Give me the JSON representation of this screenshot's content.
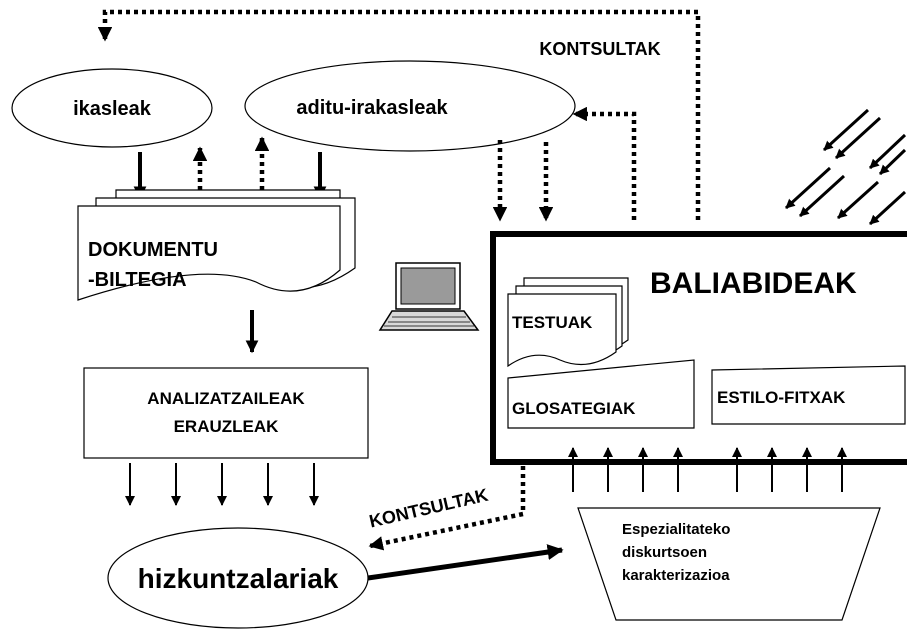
{
  "nodes": {
    "students": "ikasleak",
    "expert_teachers": "aditu-irakasleak",
    "doc_repo_line1": "DOKUMENTU",
    "doc_repo_line2": "-BILTEGIA",
    "analyzers_line1": "ANALIZATZAILEAK",
    "analyzers_line2": "ERAUZLEAK",
    "linguists": "hizkuntzalariak",
    "resources": "BALIABIDEAK",
    "texts": "TESTUAK",
    "glossaries": "GLOSATEGIAK",
    "style_sheets": "ESTILO-FITXAK",
    "characterization_line1": "Espezialitateko",
    "characterization_line2": "diskurtsoen",
    "characterization_line3": "karakterizazioa"
  },
  "edge_labels": {
    "queries_top": "KONTSULTAK",
    "queries_bottom": "KONTSULTAK"
  },
  "colors": {
    "stroke": "#000000",
    "background": "#ffffff",
    "laptop_screen": "#9a9a9a"
  }
}
